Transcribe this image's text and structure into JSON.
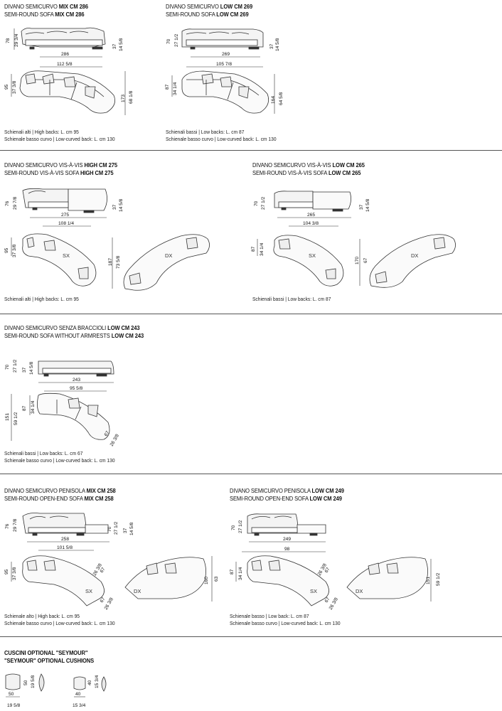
{
  "s1": {
    "title_a_pre": "DIVANO SEMICURVO ",
    "title_a_bold": "MIX CM 286",
    "title_b_pre": "SEMI-ROUND SOFA ",
    "title_b_bold": "MIX CM 286",
    "dims": {
      "h1": "78",
      "h1in": "29 3/4",
      "seat": "37",
      "seatin": "14 5/8",
      "w": "286",
      "win": "112 5/8",
      "d": "95",
      "din": "37 3/8",
      "d2": "173",
      "d2in": "68 1/8"
    },
    "note1": "Schienali alti | High backs: L. cm 95",
    "note2": "Schienale basso curvo | Low-curved back: L. cm 130"
  },
  "s2": {
    "title_a_pre": "DIVANO SEMICURVO ",
    "title_a_bold": "LOW CM 269",
    "title_b_pre": "SEMI-ROUND SOFA ",
    "title_b_bold": "LOW CM 269",
    "dims": {
      "h1": "70",
      "h1in": "27 1/2",
      "seat": "37",
      "seatin": "14 5/8",
      "w": "269",
      "win": "105 7/8",
      "d": "87",
      "din": "34 1/4",
      "d2": "164",
      "d2in": "64 5/8"
    },
    "note1": "Schienali bassi | Low backs: L. cm 87",
    "note2": "Schienale basso curvo | Low-curved back: L. cm 130"
  },
  "s3": {
    "title_a_pre": "DIVANO SEMICURVO VIS-À-VIS ",
    "title_a_bold": "HIGH CM 275",
    "title_b_pre": "SEMI-ROUND VIS-À-VIS SOFA ",
    "title_b_bold": "HIGH CM 275",
    "dims": {
      "h1": "76",
      "h1in": "29 7/8",
      "seat": "37",
      "seatin": "14 5/8",
      "w": "275",
      "win": "108 1/4",
      "d": "95",
      "din": "37 3/8",
      "d2": "187",
      "d2in": "73 5/8",
      "sx": "SX",
      "dx": "DX"
    },
    "note1": "Schienali alti | High backs: L. cm 95"
  },
  "s4": {
    "title_a_pre": "DIVANO SEMICURVO VIS-À-VIS ",
    "title_a_bold": "LOW CM 265",
    "title_b_pre": "SEMI-ROUND VIS-À-VIS SOFA ",
    "title_b_bold": "LOW CM 265",
    "dims": {
      "h1": "70",
      "h1in": "27 1/2",
      "seat": "37",
      "seatin": "14 5/8",
      "w": "265",
      "win": "104 3/8",
      "d": "87",
      "din": "34 1/4",
      "d2": "170",
      "d2in": "67",
      "sx": "SX",
      "dx": "DX"
    },
    "note1": "Schienali bassi | Low backs: L. cm 87"
  },
  "s5": {
    "title_a_pre": "DIVANO SEMICURVO SENZA BRACCIOLI ",
    "title_a_bold": "LOW CM 243",
    "title_b_pre": "SEMI-ROUND SOFA WITHOUT ARMRESTS ",
    "title_b_bold": "LOW CM 243",
    "dims": {
      "h1": "70",
      "h1in": "27 1/2",
      "seat": "37",
      "seatin": "14 5/8",
      "w": "243",
      "win": "95 5/8",
      "d": "151",
      "din": "59 1/2",
      "d2": "87",
      "d2in": "34 1/4",
      "a": "67",
      "ain": "26 3/8"
    },
    "note1": "Schienali bassi | Low backs: L. cm 67",
    "note2": "Schienale basso curvo | Low-curved back: L. cm 130"
  },
  "s6": {
    "title_a_pre": "DIVANO SEMICURVO PENISOLA ",
    "title_a_bold": "MIX CM 258",
    "title_b_pre": "SEMI-ROUND OPEN-END SOFA ",
    "title_b_bold": "MIX CM 258",
    "dims": {
      "h1": "76",
      "h1in": "29 7/8",
      "h2": "70",
      "h2in": "27 1/2",
      "seat": "37",
      "seatin": "14 5/8",
      "w": "258",
      "win": "101 5/8",
      "d": "95",
      "din": "37 3/8",
      "a": "67",
      "ain": "26 3/8",
      "d2": "160",
      "d2in": "63",
      "sx": "SX",
      "dx": "DX"
    },
    "note1": "Schienale alto | High back: L. cm 95",
    "note2": "Schienale basso curvo | Low-curved back: L. cm 130"
  },
  "s7": {
    "title_a_pre": "DIVANO SEMICURVO PENISOLA ",
    "title_a_bold": "LOW CM 249",
    "title_b_pre": "SEMI-ROUND OPEN-END SOFA ",
    "title_b_bold": "LOW CM 249",
    "dims": {
      "h1": "70",
      "h1in": "27 1/2",
      "seat": "37",
      "seatin": "14 5/8",
      "w": "249",
      "win": "98",
      "d": "87",
      "din": "34 1/4",
      "a": "67",
      "ain": "26 3/8",
      "d2": "151",
      "d2in": "59 1/2",
      "sx": "SX",
      "dx": "DX"
    },
    "note1": "Schienale basso | Low back: L. cm 87",
    "note2": "Schienale basso curvo | Low-curved back: L. cm 130"
  },
  "s8": {
    "title_a": "CUSCINI OPTIONAL \"SEYMOUR\"",
    "title_b": "\"SEYMOUR\" OPTIONAL CUSHIONS",
    "dims": {
      "c1w": "50",
      "c1in": "19 5/8",
      "c1h": "50",
      "c1hin": "19 5/8",
      "c2w": "40",
      "c2in": "15 3/4",
      "c2h": "40",
      "c2hin": "15 3/4"
    }
  }
}
